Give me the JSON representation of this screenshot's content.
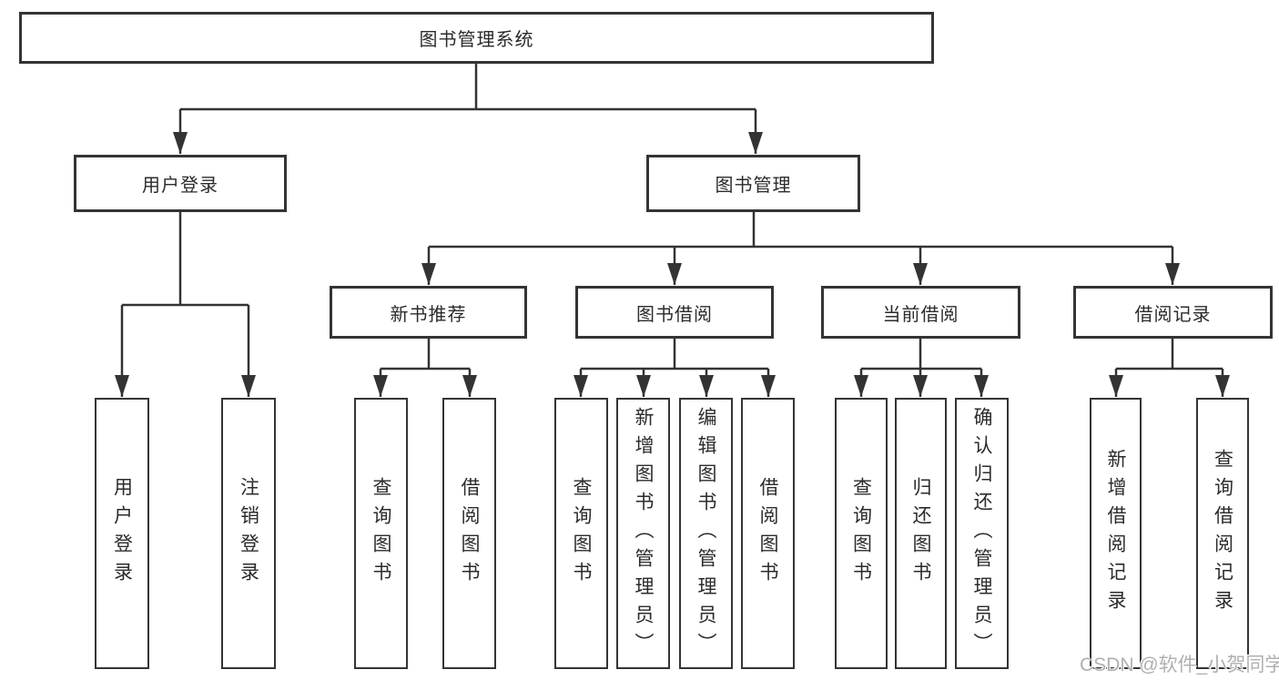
{
  "colors": {
    "line": "#333333",
    "box_border": "#343434",
    "text": "#2b2b2b",
    "background": "#ffffff",
    "watermark": "#b0b0b0"
  },
  "watermark": {
    "text": "CSDN @软件_小贺同学"
  },
  "tree": {
    "root": {
      "label": "图书管理系统"
    },
    "branches": [
      {
        "label": "用户登录",
        "children": [
          {
            "label": "用户登录"
          },
          {
            "label": "注销登录"
          }
        ]
      },
      {
        "label": "图书管理",
        "groups": [
          {
            "label": "新书推荐",
            "children": [
              {
                "label": "查询图书"
              },
              {
                "label": "借阅图书"
              }
            ]
          },
          {
            "label": "图书借阅",
            "children": [
              {
                "label": "查询图书"
              },
              {
                "label": "新增图书（管理员）"
              },
              {
                "label": "编辑图书（管理员）"
              },
              {
                "label": "借阅图书"
              }
            ]
          },
          {
            "label": "当前借阅",
            "children": [
              {
                "label": "查询图书"
              },
              {
                "label": "归还图书"
              },
              {
                "label": "确认归还（管理员）"
              }
            ]
          },
          {
            "label": "借阅记录",
            "children": [
              {
                "label": "新增借阅记录"
              },
              {
                "label": "查询借阅记录"
              }
            ]
          }
        ]
      }
    ]
  }
}
